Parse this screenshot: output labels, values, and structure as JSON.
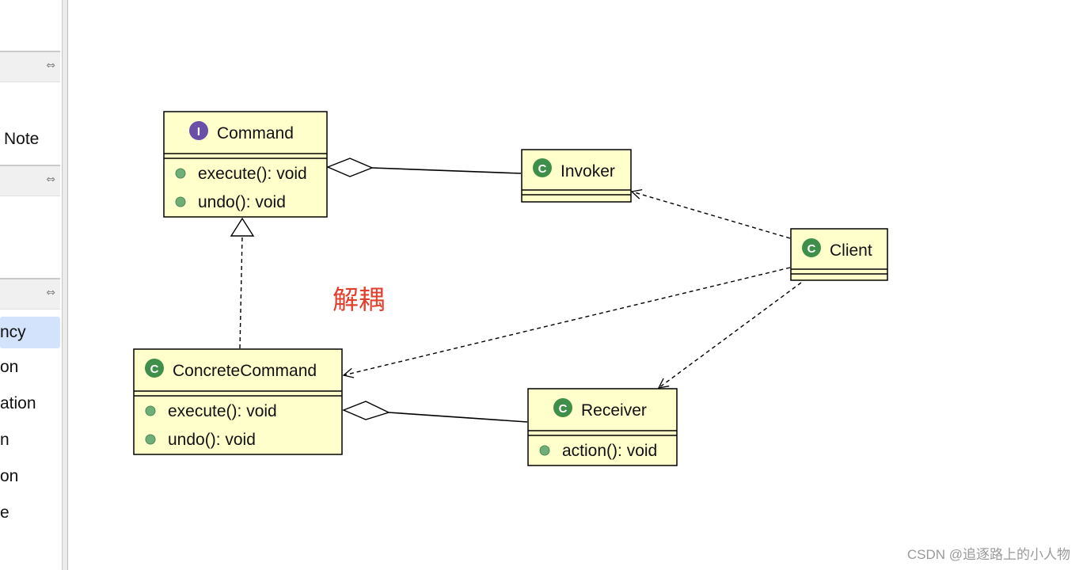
{
  "palette": {
    "partial_labels": [
      "Note",
      "ncy",
      "on",
      "ation",
      "n",
      "on",
      "e"
    ],
    "toggle_glyph": "⇔"
  },
  "diagram": {
    "classes": {
      "command": {
        "name": "Command",
        "stereotype_glyph": "I",
        "methods": [
          "execute(): void",
          "undo(): void"
        ]
      },
      "invoker": {
        "name": "Invoker",
        "stereotype_glyph": "C",
        "methods": []
      },
      "client": {
        "name": "Client",
        "stereotype_glyph": "C",
        "methods": []
      },
      "concrete_command": {
        "name": "ConcreteCommand",
        "stereotype_glyph": "C",
        "methods": [
          "execute(): void",
          "undo(): void"
        ]
      },
      "receiver": {
        "name": "Receiver",
        "stereotype_glyph": "C",
        "methods": [
          "action(): void"
        ]
      }
    },
    "annotation": "解耦",
    "colors": {
      "class_fill": "#ffffcc",
      "interface_badge": "#6b4ea8",
      "class_badge": "#3f8f4a",
      "method_dot": "#6fae76",
      "annotation": "#e2402c"
    }
  },
  "watermark": "CSDN @追逐路上的小人物"
}
